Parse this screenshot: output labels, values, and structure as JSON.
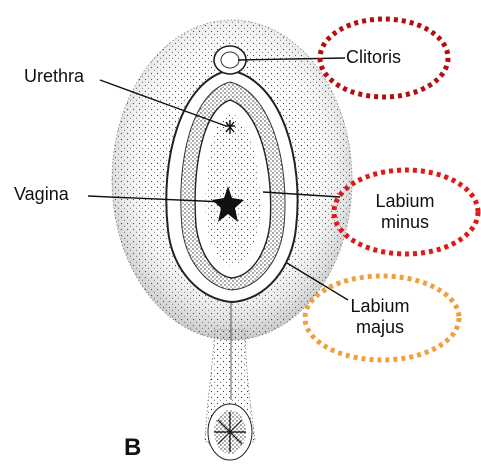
{
  "figure": {
    "panel_letter": "B",
    "labels": {
      "clitoris": "Clitoris",
      "urethra": "Urethra",
      "vagina": "Vagina",
      "labium_minus_line1": "Labium",
      "labium_minus_line2": "minus",
      "labium_majus_line1": "Labium",
      "labium_majus_line2": "majus"
    }
  },
  "colors": {
    "circle_dark_red": "#b01010",
    "circle_red": "#e01818",
    "circle_orange": "#f0a040",
    "ink": "#111111"
  }
}
